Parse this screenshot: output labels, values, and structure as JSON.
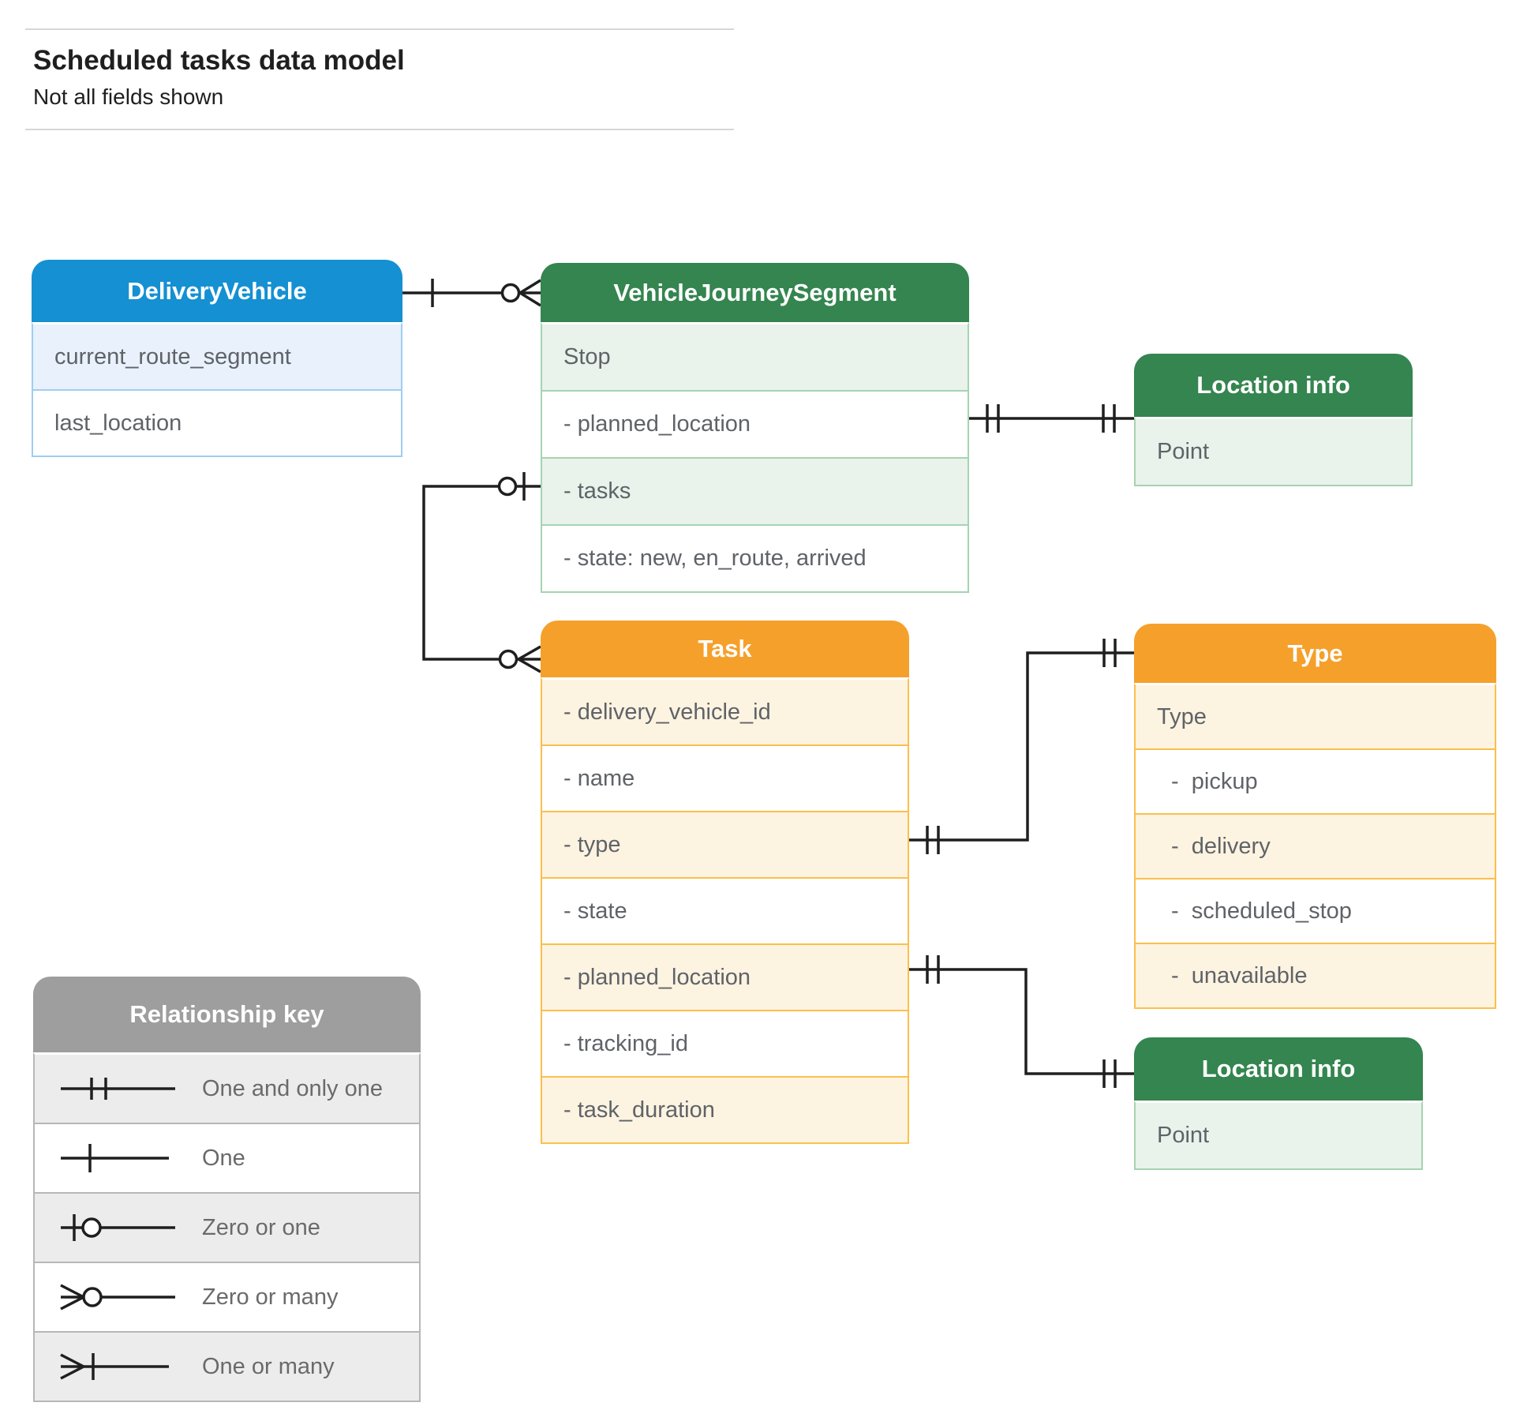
{
  "page": {
    "title": "Scheduled tasks data model",
    "subtitle": "Not all fields shown"
  },
  "entities": {
    "delivery_vehicle": {
      "title": "DeliveryVehicle",
      "rows": [
        "current_route_segment",
        "last_location"
      ]
    },
    "vehicle_journey_segment": {
      "title": "VehicleJourneySegment",
      "rows": [
        "Stop",
        "- planned_location",
        "- tasks",
        "- state: new, en_route, arrived"
      ]
    },
    "location_info_top": {
      "title": "Location info",
      "rows": [
        "Point"
      ]
    },
    "task": {
      "title": "Task",
      "rows": [
        "- delivery_vehicle_id",
        "- name",
        "- type",
        "- state",
        "- planned_location",
        "- tracking_id",
        "- task_duration"
      ]
    },
    "type": {
      "title": "Type",
      "rows": [
        "Type",
        "-  pickup",
        "-  delivery",
        "-  scheduled_stop",
        "-  unavailable"
      ]
    },
    "location_info_bottom": {
      "title": "Location info",
      "rows": [
        "Point"
      ]
    }
  },
  "legend": {
    "title": "Relationship key",
    "items": [
      {
        "symbol": "one-and-only-one",
        "label": "One and only one"
      },
      {
        "symbol": "one",
        "label": "One"
      },
      {
        "symbol": "zero-or-one",
        "label": "Zero or one"
      },
      {
        "symbol": "zero-or-many",
        "label": "Zero or many"
      },
      {
        "symbol": "one-or-many",
        "label": "One or many"
      }
    ]
  },
  "relationships": [
    {
      "from": "DeliveryVehicle",
      "from_cardinality": "one",
      "to": "VehicleJourneySegment",
      "to_cardinality": "zero-or-many"
    },
    {
      "from": "VehicleJourneySegment.tasks",
      "from_cardinality": "zero-or-one",
      "to": "Task",
      "to_cardinality": "zero-or-many"
    },
    {
      "from": "VehicleJourneySegment.planned_location",
      "from_cardinality": "one-and-only-one",
      "to": "Location info",
      "to_cardinality": "one-and-only-one"
    },
    {
      "from": "Task.type",
      "from_cardinality": "one-and-only-one",
      "to": "Type",
      "to_cardinality": "one-and-only-one"
    },
    {
      "from": "Task.planned_location",
      "from_cardinality": "one-and-only-one",
      "to": "Location info",
      "to_cardinality": "one-and-only-one"
    }
  ],
  "colors": {
    "blue_header": "#1590d2",
    "blue_tint": "#e9f1fc",
    "green_header": "#34854f",
    "green_tint": "#e9f2eb",
    "orange_header": "#f5a02b",
    "orange_tint": "#fdf3e1",
    "gray_header": "#9e9e9e",
    "gray_tint": "#ececec",
    "row_text": "#5f6368",
    "line": "#1f1f1f"
  }
}
